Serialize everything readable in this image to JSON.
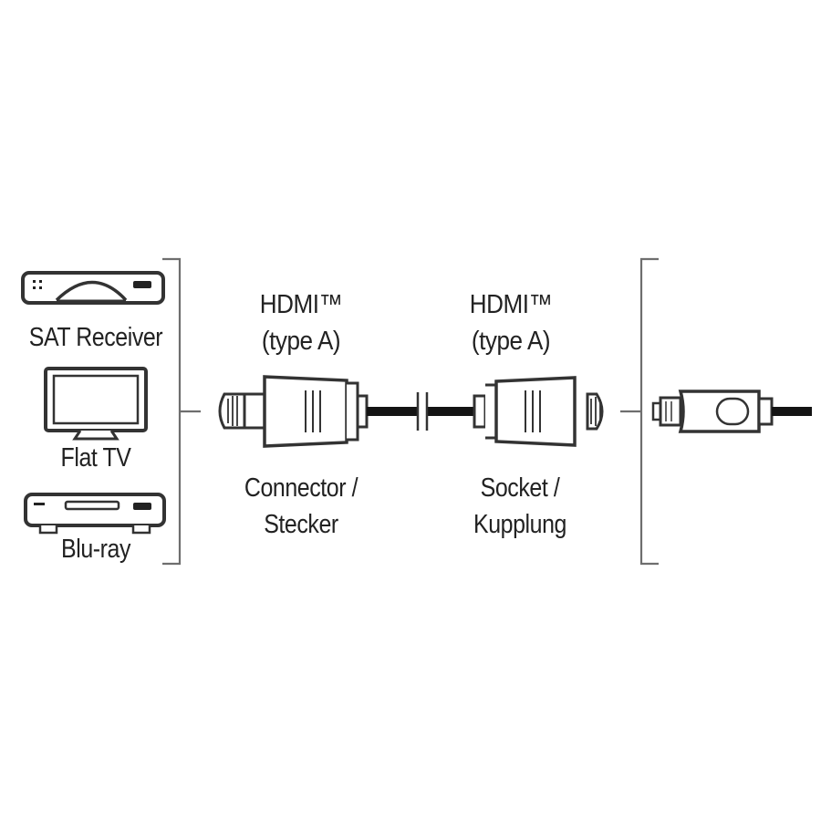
{
  "devices": {
    "sat_receiver_label": "SAT Receiver",
    "flat_tv_label": "Flat TV",
    "bluray_label": "Blu-ray"
  },
  "connector": {
    "header_line1": "HDMI™",
    "header_line2": "(type A)",
    "caption_line1": "Connector /",
    "caption_line2": "Stecker"
  },
  "socket": {
    "header_line1": "HDMI™",
    "header_line2": "(type A)",
    "caption_line1": "Socket /",
    "caption_line2": "Kupplung"
  },
  "colors": {
    "line": "#6e6e6e",
    "cable": "#141414",
    "plug_fill": "#ffffff",
    "text": "#222222"
  }
}
